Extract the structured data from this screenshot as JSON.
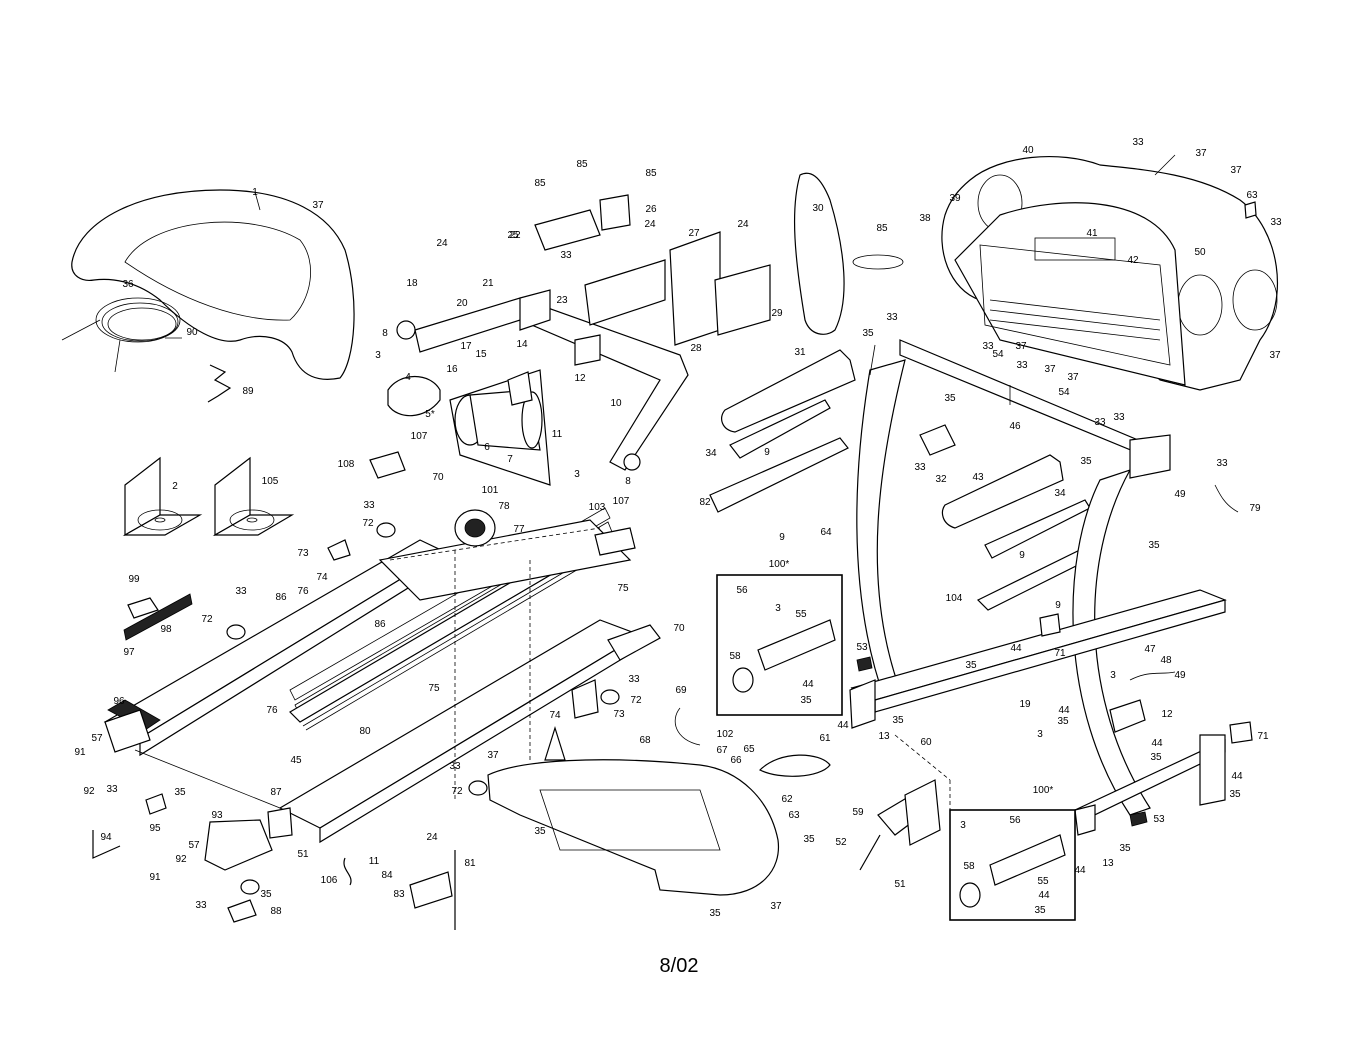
{
  "footer": {
    "date_code": "8/02"
  },
  "callouts": [
    "1",
    "2",
    "3",
    "5*",
    "6",
    "7",
    "8",
    "9",
    "10",
    "11",
    "12",
    "13",
    "14",
    "15",
    "16",
    "17",
    "18",
    "19",
    "20",
    "21",
    "22",
    "23",
    "24",
    "25",
    "26",
    "27",
    "28",
    "29",
    "30",
    "31",
    "32",
    "33",
    "34",
    "35",
    "36",
    "37",
    "38",
    "39",
    "40",
    "41",
    "42",
    "43",
    "44",
    "45",
    "46",
    "47",
    "48",
    "49",
    "50",
    "51",
    "52",
    "53",
    "54",
    "55",
    "56",
    "57",
    "58",
    "59",
    "60",
    "61",
    "62",
    "63",
    "64",
    "65",
    "66",
    "67",
    "68",
    "69",
    "70",
    "71",
    "72",
    "73",
    "74",
    "75",
    "76",
    "77",
    "78",
    "79",
    "80",
    "81",
    "82",
    "83",
    "84",
    "85",
    "86",
    "87",
    "88",
    "89",
    "90",
    "91",
    "92",
    "93",
    "94",
    "95",
    "96",
    "97",
    "98",
    "99",
    "100*",
    "101",
    "102",
    "103",
    "104",
    "105",
    "106",
    "107",
    "108",
    "4"
  ]
}
